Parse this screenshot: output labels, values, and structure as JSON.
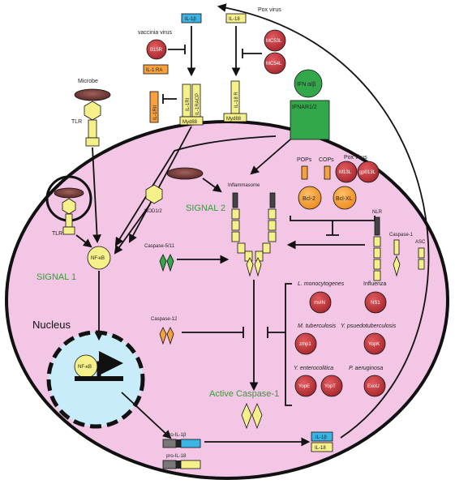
{
  "labels": {
    "il1b_top": "IL-1β",
    "il18_top": "IL-18",
    "vaccinia": "vaccinia virus",
    "b15r": "B15R",
    "il1ra": "IL-1 RA",
    "pox_top": "Pox virus",
    "mc53l": "MC53L",
    "mc54l": "MC54L",
    "microbe": "Microbe",
    "tlr_top": "TLR",
    "il1rii": "IL-1RII",
    "il1ri": "IL-1RI",
    "il1racp": "IL-1RACP",
    "il18r": "IL-18 R",
    "myd88_a": "Myd88",
    "myd88_b": "Myd88",
    "ifn": "IFN α/β",
    "ifnar": "IFNAR1/2",
    "pops": "POPs",
    "cops": "COPs",
    "pox_mid": "Pox virus",
    "m13l": "M13L",
    "gp013l": "gp013L",
    "bcl2": "Bcl-2",
    "bclxl": "Bcl-XL",
    "inflammasome": "Inflammasome",
    "signal2": "SIGNAL 2",
    "nod12": "NOD1/2",
    "tlr_in": "TLR",
    "nfkb_a": "NF-κB",
    "signal1": "SIGNAL 1",
    "casp511": "Caspase-5/11",
    "nlr": "NLR",
    "casp1": "Caspase-1",
    "asc": "ASC",
    "nucleus": "Nucleus",
    "nfkb_b": "NF-κB",
    "casp12": "Caspase-12",
    "l_mono": "L. monocytogenes",
    "influenza": "Influenza",
    "mvin": "mvIN",
    "ns1": "NS1",
    "m_tb": "M. tuberculosis",
    "y_pseudo": "Y. psuedotuberculosis",
    "zmp1": "zmp1",
    "yopk": "YopK",
    "y_entero": "Y. enterocolitica",
    "p_aerug": "P. aeruginosa",
    "yope": "YopE",
    "yopt": "YopT",
    "exou": "ExoU",
    "active_casp1": "Active Caspase-1",
    "pro_il1b": "pro-IL-1β",
    "pro_il18": "pro-IL-18",
    "il1b_out": "IL-1β",
    "il18_out": "IL-18"
  },
  "colors": {
    "cell": "#f2c6e4",
    "nucleus": "#c8ecfa",
    "yellow": "#f6f08a",
    "red": "#c62f36",
    "orange": "#f7a03c",
    "green": "#33a84a",
    "blue": "#3ab4e4",
    "brown": "#7a3f3a"
  }
}
